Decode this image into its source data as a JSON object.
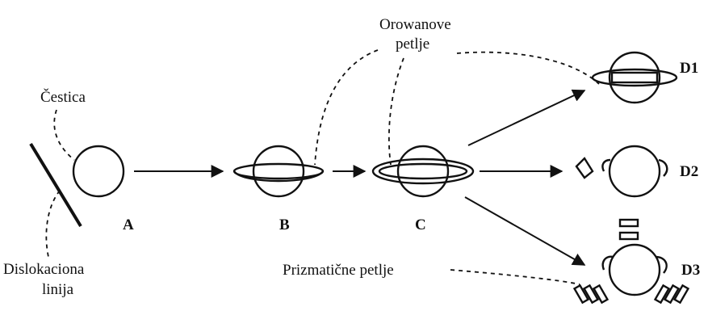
{
  "labels": {
    "particle": "Čestica",
    "dislocation_line_1": "Dislokaciona",
    "dislocation_line_2": "linija",
    "orowan_loops_1": "Orowanove",
    "orowan_loops_2": "petlje",
    "prismatic_loops": "Prizmatične petlje"
  },
  "stages": {
    "a": "A",
    "b": "B",
    "c": "C",
    "d1": "D1",
    "d2": "D2",
    "d3": "D3"
  }
}
